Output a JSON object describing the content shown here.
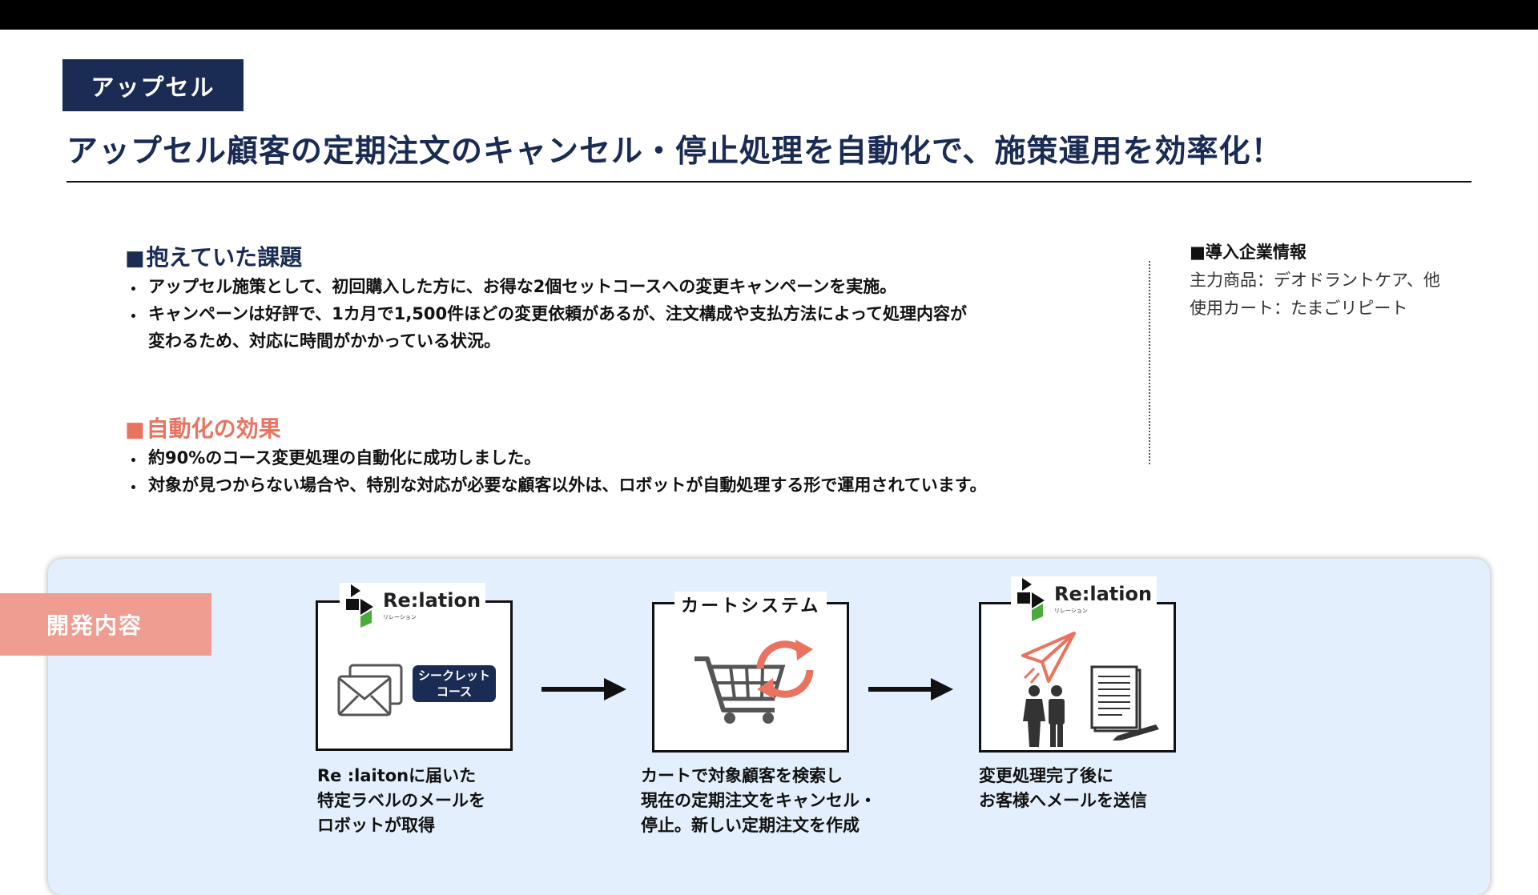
{
  "tag": "アップセル",
  "headline": "アップセル顧客の定期注文のキャンセル・停止処理を自動化で、施策運用を効率化！",
  "issues": {
    "title": "抱えていた課題",
    "items": [
      "アップセル施策として、初回購入した方に、お得な2個セットコースへの変更キャンペーンを実施。",
      "キャンペーンは好評で、1カ月で1,500件ほどの変更依頼があるが、注文構成や支払方法によって処理内容が",
      "変わるため、対応に時間がかかっている状況。"
    ]
  },
  "effects": {
    "title": "自動化の効果",
    "items": [
      "約90%のコース変更処理の自動化に成功しました。",
      "対象が見つからない場合や、特別な対応が必要な顧客以外は、ロボットが自動処理する形で運用されています。"
    ]
  },
  "company": {
    "title": "導入企業情報",
    "product": "主力商品：デオドラントケア、他",
    "cart": "使用カート：たまごリピート"
  },
  "dev": {
    "tab": "開発内容",
    "logo_text": "Re:lation",
    "logo_sub": "リレーション",
    "secret_line1": "シークレット",
    "secret_line2": "コース",
    "cart_label": "カートシステム",
    "steps": [
      {
        "line1": "Re :laitonに届いた",
        "line2": "特定ラベルのメールを",
        "line3": "ロボットが取得"
      },
      {
        "line1": "カートで対象顧客を検索し",
        "line2": "現在の定期注文をキャンセル・",
        "line3": "停止。新しい定期注文を作成"
      },
      {
        "line1": "変更処理完了後に",
        "line2": "お客様へメールを送信",
        "line3": ""
      }
    ]
  },
  "colors": {
    "navy": "#1a2b54",
    "coral": "#e9735f",
    "panel": "#e3effc",
    "tab": "#ef9d90",
    "green": "#4aaa3c"
  },
  "icons": [
    "relation-logo-icon",
    "mail-icon",
    "cart-icon",
    "refresh-icon",
    "paper-plane-icon",
    "people-icon",
    "document-icon",
    "arrow-right-icon"
  ]
}
